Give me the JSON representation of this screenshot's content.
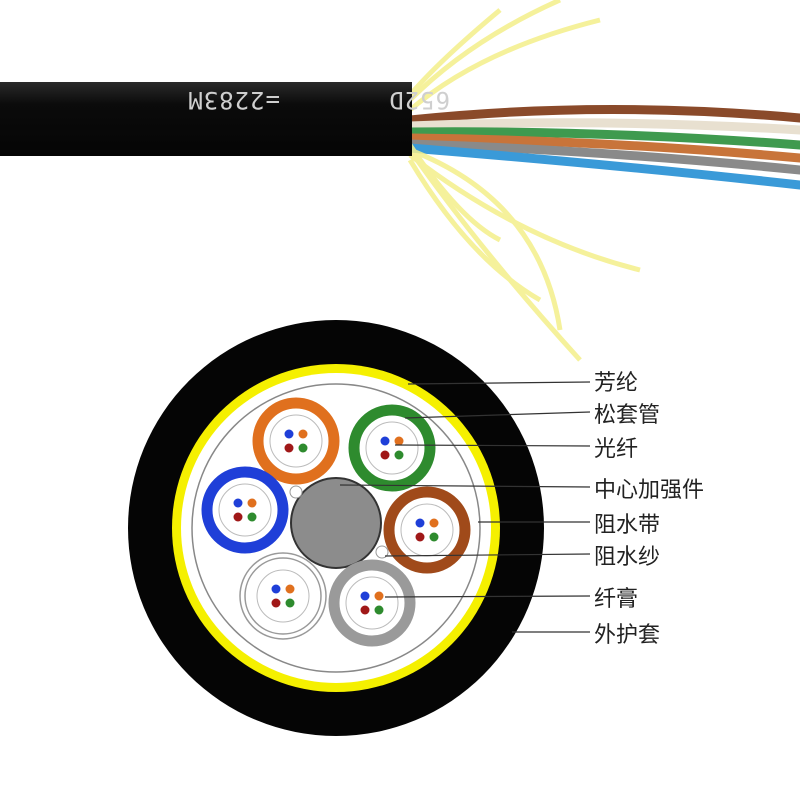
{
  "cable_print": {
    "length_mark": "=2283M",
    "fiber_type": "652D"
  },
  "labels": [
    "芳纶",
    "松套管",
    "光纤",
    "中心加强件",
    "阻水带",
    "阻水纱",
    "纤膏",
    "外护套"
  ],
  "colors": {
    "jacket": "#0a0a0a",
    "yellow_tape": "#f5f000",
    "aramid": "#f3f0a0",
    "tubes": [
      "#e0701e",
      "#2e8b2e",
      "#1f3fd8",
      "#a04a1a",
      "#ffffff",
      "#9a9a9a"
    ],
    "strength_member": "#8c8c8c"
  }
}
